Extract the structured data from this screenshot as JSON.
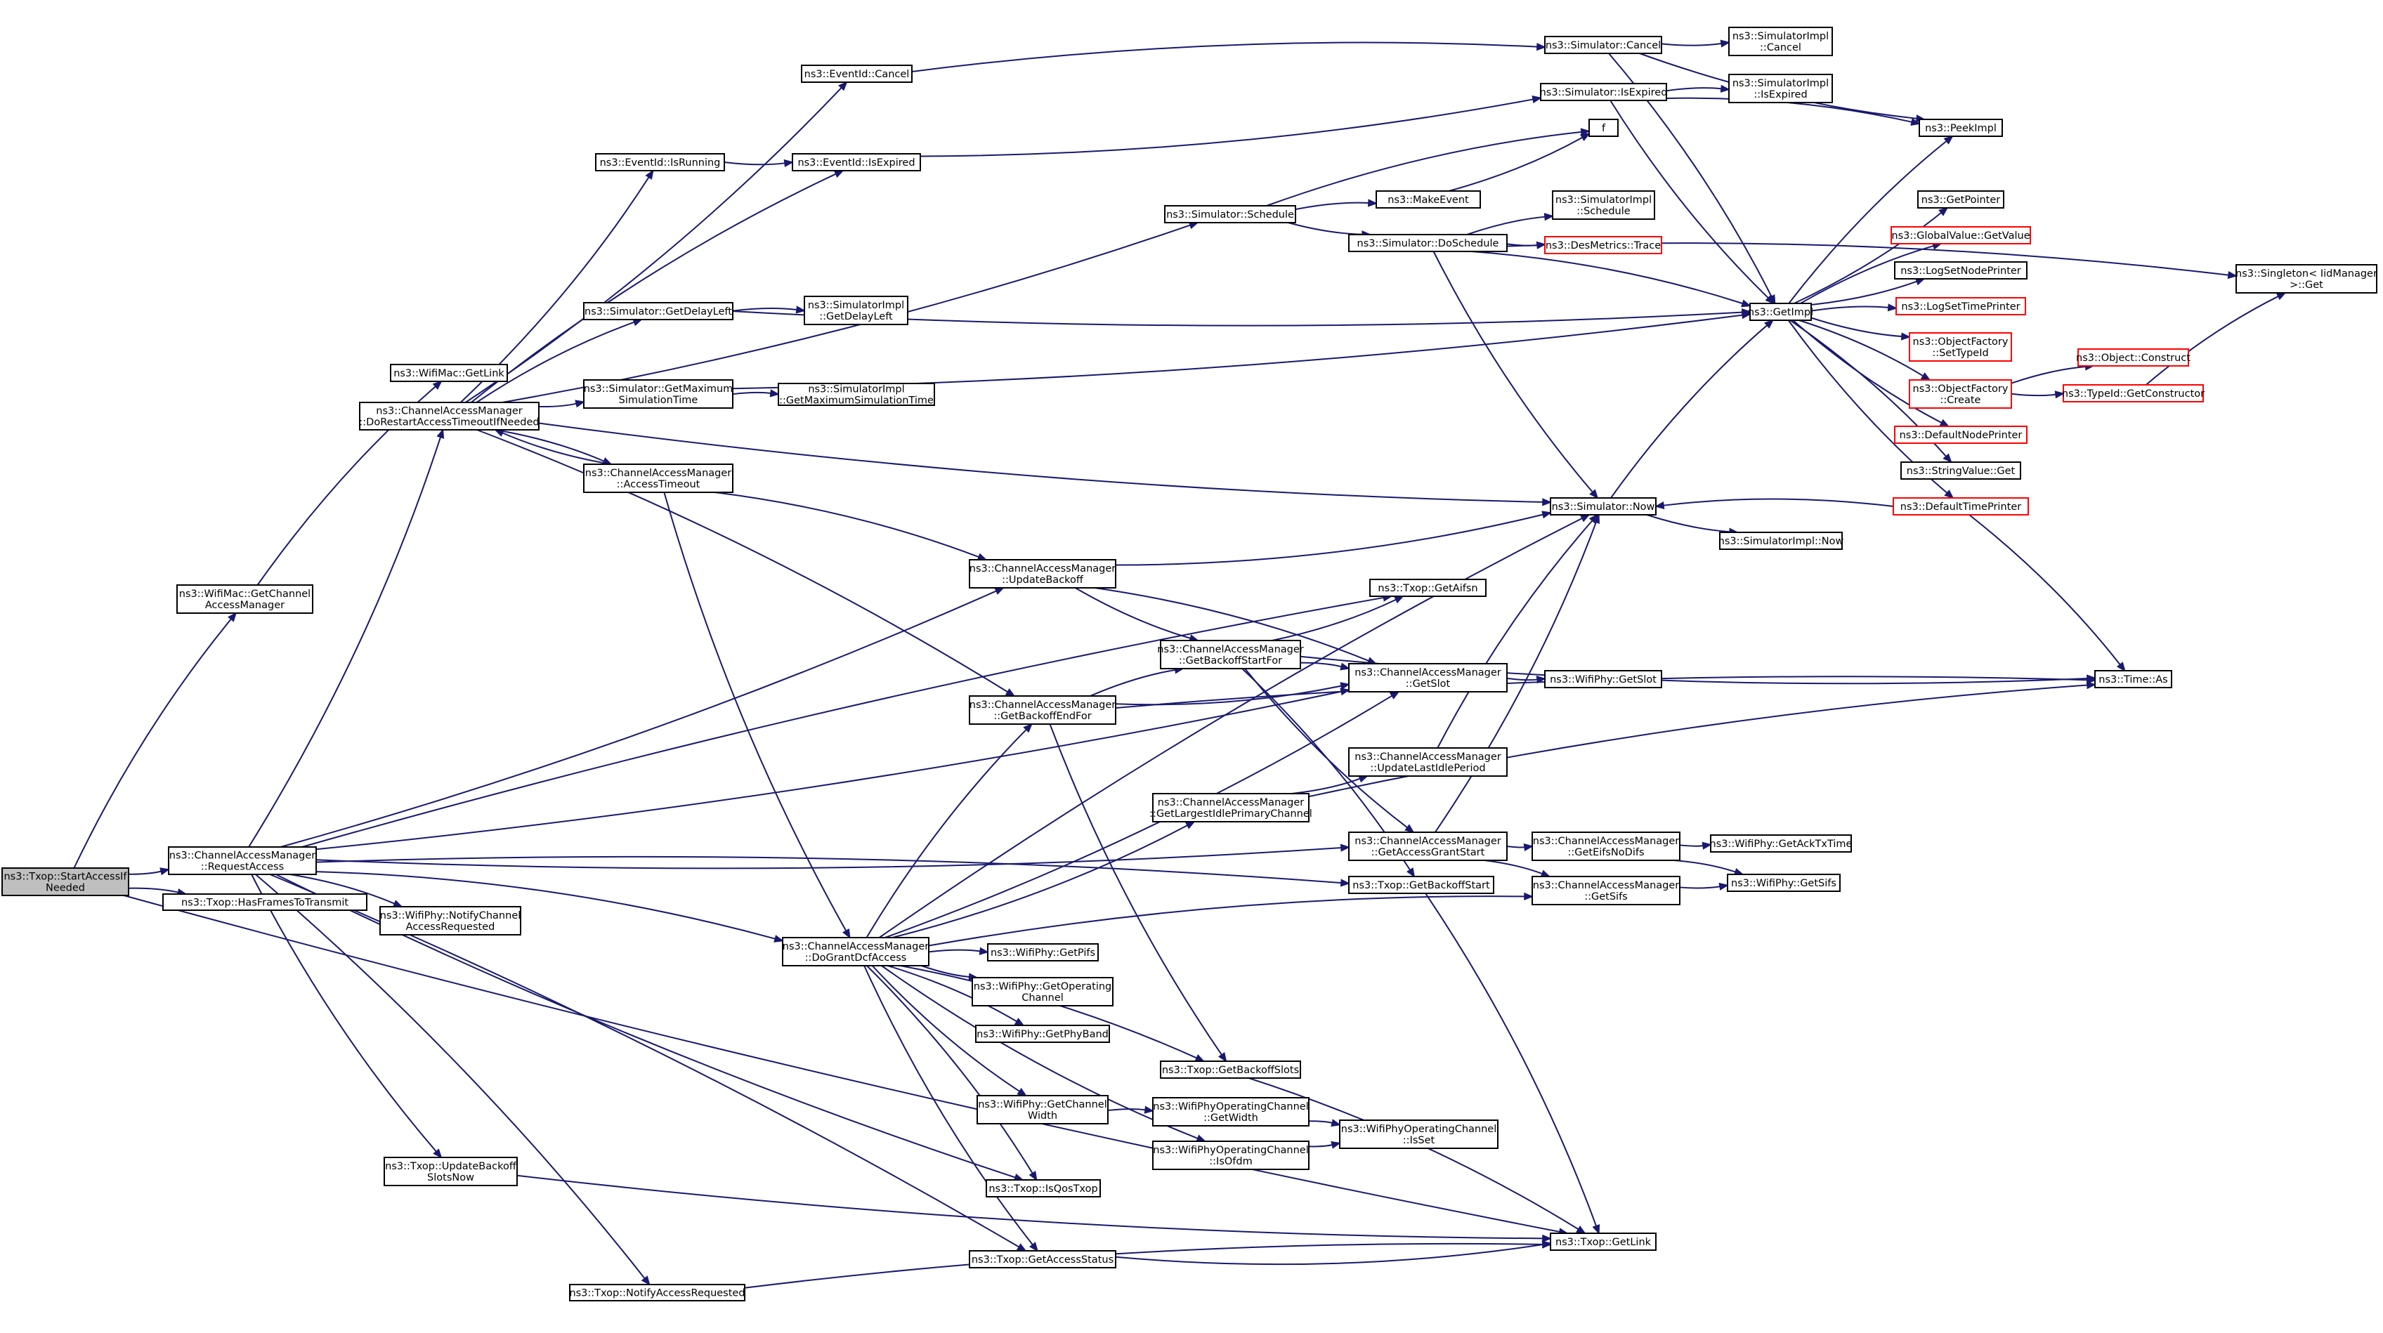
{
  "colors": {
    "edge": "#191970",
    "box": "#000000",
    "box_highlight": "#ff0000",
    "root_fill": "#bfbfbf",
    "background": "#ffffff"
  },
  "nodes": [
    {
      "id": "root",
      "lines": [
        "ns3::Txop::StartAccessIf",
        "Needed"
      ],
      "root": true
    },
    {
      "id": "getca",
      "lines": [
        "ns3::WifiMac::GetChannel",
        "AccessManager"
      ]
    },
    {
      "id": "getlink",
      "lines": [
        "ns3::WifiMac::GetLink"
      ]
    },
    {
      "id": "reqacc",
      "lines": [
        "ns3::ChannelAccessManager",
        "::RequestAccess"
      ]
    },
    {
      "id": "hasframes",
      "lines": [
        "ns3::Txop::HasFramesToTransmit"
      ]
    },
    {
      "id": "dorestart",
      "lines": [
        "ns3::ChannelAccessManager",
        "::DoRestartAccessTimeoutIfNeeded"
      ]
    },
    {
      "id": "notifychan",
      "lines": [
        "ns3::WifiPhy::NotifyChannel",
        "AccessRequested"
      ]
    },
    {
      "id": "updbackoffnow",
      "lines": [
        "ns3::Txop::UpdateBackoff",
        "SlotsNow"
      ]
    },
    {
      "id": "notifyacc",
      "lines": [
        "ns3::Txop::NotifyAccessRequested"
      ]
    },
    {
      "id": "isrunning",
      "lines": [
        "ns3::EventId::IsRunning"
      ]
    },
    {
      "id": "getdelay",
      "lines": [
        "ns3::Simulator::GetDelayLeft"
      ]
    },
    {
      "id": "getmaxsim",
      "lines": [
        "ns3::Simulator::GetMaximum",
        "SimulationTime"
      ]
    },
    {
      "id": "acctimeout",
      "lines": [
        "ns3::ChannelAccessManager",
        "::AccessTimeout"
      ]
    },
    {
      "id": "cancel",
      "lines": [
        "ns3::EventId::Cancel"
      ]
    },
    {
      "id": "isexpired",
      "lines": [
        "ns3::EventId::IsExpired"
      ]
    },
    {
      "id": "implgetdelay",
      "lines": [
        "ns3::SimulatorImpl",
        "::GetDelayLeft"
      ]
    },
    {
      "id": "implgetmax",
      "lines": [
        "ns3::SimulatorImpl",
        "::GetMaximumSimulationTime"
      ]
    },
    {
      "id": "dogrant",
      "lines": [
        "ns3::ChannelAccessManager",
        "::DoGrantDcfAccess"
      ]
    },
    {
      "id": "updbackoff",
      "lines": [
        "ns3::ChannelAccessManager",
        "::UpdateBackoff"
      ]
    },
    {
      "id": "getbackend",
      "lines": [
        "ns3::ChannelAccessManager",
        "::GetBackoffEndFor"
      ]
    },
    {
      "id": "getpifs",
      "lines": [
        "ns3::WifiPhy::GetPifs"
      ]
    },
    {
      "id": "getopchan",
      "lines": [
        "ns3::WifiPhy::GetOperating",
        "Channel"
      ]
    },
    {
      "id": "getphyband",
      "lines": [
        "ns3::WifiPhy::GetPhyBand"
      ]
    },
    {
      "id": "getchanwidth",
      "lines": [
        "ns3::WifiPhy::GetChannel",
        "Width"
      ]
    },
    {
      "id": "isqos",
      "lines": [
        "ns3::Txop::IsQosTxop"
      ]
    },
    {
      "id": "getaccstat",
      "lines": [
        "ns3::Txop::GetAccessStatus"
      ]
    },
    {
      "id": "getbackslots",
      "lines": [
        "ns3::Txop::GetBackoffSlots"
      ]
    },
    {
      "id": "getlargest",
      "lines": [
        "ns3::ChannelAccessManager",
        "::GetLargestIdlePrimaryChannel"
      ]
    },
    {
      "id": "getbackstartfor",
      "lines": [
        "ns3::ChannelAccessManager",
        "::GetBackoffStartFor"
      ]
    },
    {
      "id": "opgetwidth",
      "lines": [
        "ns3::WifiPhyOperatingChannel",
        "::GetWidth"
      ]
    },
    {
      "id": "opisofdm",
      "lines": [
        "ns3::WifiPhyOperatingChannel",
        "::IsOfdm"
      ]
    },
    {
      "id": "schedule",
      "lines": [
        "ns3::Simulator::Schedule"
      ]
    },
    {
      "id": "makeevent",
      "lines": [
        "ns3::MakeEvent"
      ]
    },
    {
      "id": "doschedule",
      "lines": [
        "ns3::Simulator::DoSchedule"
      ]
    },
    {
      "id": "getaifsn",
      "lines": [
        "ns3::Txop::GetAifsn"
      ]
    },
    {
      "id": "getslot",
      "lines": [
        "ns3::ChannelAccessManager",
        "::GetSlot"
      ]
    },
    {
      "id": "updlastidle",
      "lines": [
        "ns3::ChannelAccessManager",
        "::UpdateLastIdlePeriod"
      ]
    },
    {
      "id": "getaccgrant",
      "lines": [
        "ns3::ChannelAccessManager",
        "::GetAccessGrantStart"
      ]
    },
    {
      "id": "txopgetbackstart",
      "lines": [
        "ns3::Txop::GetBackoffStart"
      ]
    },
    {
      "id": "opisset",
      "lines": [
        "ns3::WifiPhyOperatingChannel",
        "::IsSet"
      ]
    },
    {
      "id": "simcancel",
      "lines": [
        "ns3::Simulator::Cancel"
      ]
    },
    {
      "id": "simisexpired",
      "lines": [
        "ns3::Simulator::IsExpired"
      ]
    },
    {
      "id": "f",
      "lines": [
        "f"
      ]
    },
    {
      "id": "implschedule",
      "lines": [
        "ns3::SimulatorImpl",
        "::Schedule"
      ]
    },
    {
      "id": "desmetrics",
      "lines": [
        "ns3::DesMetrics::Trace"
      ],
      "red": true
    },
    {
      "id": "simnow",
      "lines": [
        "ns3::Simulator::Now"
      ]
    },
    {
      "id": "txopgetlink",
      "lines": [
        "ns3::Txop::GetLink"
      ]
    },
    {
      "id": "getcaeifs",
      "lines": [
        "ns3::ChannelAccessManager",
        "::GetEifsNoDifs"
      ]
    },
    {
      "id": "getcasifs",
      "lines": [
        "ns3::ChannelAccessManager",
        "::GetSifs"
      ]
    },
    {
      "id": "wifigetslot",
      "lines": [
        "ns3::WifiPhy::GetSlot"
      ]
    },
    {
      "id": "implcancel",
      "lines": [
        "ns3::SimulatorImpl",
        "::Cancel"
      ]
    },
    {
      "id": "implisexpired",
      "lines": [
        "ns3::SimulatorImpl",
        "::IsExpired"
      ]
    },
    {
      "id": "getimpl",
      "lines": [
        "ns3::GetImpl"
      ]
    },
    {
      "id": "implnow",
      "lines": [
        "ns3::SimulatorImpl::Now"
      ]
    },
    {
      "id": "getacktx",
      "lines": [
        "ns3::WifiPhy::GetAckTxTime"
      ]
    },
    {
      "id": "wifigetsifs",
      "lines": [
        "ns3::WifiPhy::GetSifs"
      ]
    },
    {
      "id": "peekimpl",
      "lines": [
        "ns3::PeekImpl"
      ]
    },
    {
      "id": "getpointer",
      "lines": [
        "ns3::GetPointer"
      ]
    },
    {
      "id": "globalget",
      "lines": [
        "ns3::GlobalValue::GetValue"
      ],
      "red": true
    },
    {
      "id": "logsetnode",
      "lines": [
        "ns3::LogSetNodePrinter"
      ]
    },
    {
      "id": "logsettime",
      "lines": [
        "ns3::LogSetTimePrinter"
      ],
      "red": true
    },
    {
      "id": "ofsettype",
      "lines": [
        "ns3::ObjectFactory",
        "::SetTypeId"
      ],
      "red": true
    },
    {
      "id": "ofcreate",
      "lines": [
        "ns3::ObjectFactory",
        "::Create"
      ],
      "red": true
    },
    {
      "id": "defnode",
      "lines": [
        "ns3::DefaultNodePrinter"
      ],
      "red": true
    },
    {
      "id": "strget",
      "lines": [
        "ns3::StringValue::Get"
      ]
    },
    {
      "id": "deftime",
      "lines": [
        "ns3::DefaultTimePrinter"
      ],
      "red": true
    },
    {
      "id": "objconstruct",
      "lines": [
        "ns3::Object::Construct"
      ],
      "red": true
    },
    {
      "id": "typeidctor",
      "lines": [
        "ns3::TypeId::GetConstructor"
      ],
      "red": true
    },
    {
      "id": "timeas",
      "lines": [
        "ns3::Time::As"
      ]
    },
    {
      "id": "singleton",
      "lines": [
        "ns3::Singleton< IidManager",
        ">::Get"
      ]
    }
  ],
  "edges": [
    [
      "root",
      "getca"
    ],
    [
      "root",
      "reqacc"
    ],
    [
      "root",
      "hasframes"
    ],
    [
      "root",
      "txopgetlink"
    ],
    [
      "getca",
      "getlink"
    ],
    [
      "reqacc",
      "dorestart"
    ],
    [
      "reqacc",
      "notifychan"
    ],
    [
      "reqacc",
      "updbackoffnow"
    ],
    [
      "reqacc",
      "notifyacc"
    ],
    [
      "reqacc",
      "updbackoff"
    ],
    [
      "reqacc",
      "getaifsn"
    ],
    [
      "reqacc",
      "getslot"
    ],
    [
      "reqacc",
      "dogrant"
    ],
    [
      "reqacc",
      "getaccgrant"
    ],
    [
      "reqacc",
      "txopgetbackstart"
    ],
    [
      "reqacc",
      "isqos"
    ],
    [
      "reqacc",
      "getaccstat"
    ],
    [
      "dorestart",
      "isrunning"
    ],
    [
      "dorestart",
      "getdelay"
    ],
    [
      "dorestart",
      "getmaxsim"
    ],
    [
      "dorestart",
      "acctimeout"
    ],
    [
      "dorestart",
      "cancel"
    ],
    [
      "dorestart",
      "isexpired"
    ],
    [
      "dorestart",
      "schedule"
    ],
    [
      "dorestart",
      "getbackend"
    ],
    [
      "dorestart",
      "simnow"
    ],
    [
      "acctimeout",
      "dorestart"
    ],
    [
      "acctimeout",
      "dogrant"
    ],
    [
      "acctimeout",
      "updbackoff"
    ],
    [
      "isrunning",
      "isexpired"
    ],
    [
      "getdelay",
      "implgetdelay"
    ],
    [
      "getdelay",
      "getimpl"
    ],
    [
      "getmaxsim",
      "implgetmax"
    ],
    [
      "getmaxsim",
      "getimpl"
    ],
    [
      "cancel",
      "simcancel"
    ],
    [
      "isexpired",
      "simisexpired"
    ],
    [
      "dogrant",
      "getpifs"
    ],
    [
      "dogrant",
      "getopchan"
    ],
    [
      "dogrant",
      "getphyband"
    ],
    [
      "dogrant",
      "getchanwidth"
    ],
    [
      "dogrant",
      "isqos"
    ],
    [
      "dogrant",
      "getaccstat"
    ],
    [
      "dogrant",
      "getbackslots"
    ],
    [
      "dogrant",
      "getlargest"
    ],
    [
      "dogrant",
      "getbackend"
    ],
    [
      "dogrant",
      "getslot"
    ],
    [
      "dogrant",
      "simnow"
    ],
    [
      "dogrant",
      "opisofdm"
    ],
    [
      "dogrant",
      "getcasifs"
    ],
    [
      "updbackoff",
      "getbackstartfor"
    ],
    [
      "updbackoff",
      "getslot"
    ],
    [
      "updbackoff",
      "simnow"
    ],
    [
      "getbackend",
      "getbackstartfor"
    ],
    [
      "getbackend",
      "getslot"
    ],
    [
      "getbackend",
      "timeas"
    ],
    [
      "getbackend",
      "getbackslots"
    ],
    [
      "getchanwidth",
      "opgetwidth"
    ],
    [
      "getaccstat",
      "txopgetlink"
    ],
    [
      "getbackslots",
      "txopgetlink"
    ],
    [
      "updbackoffnow",
      "txopgetlink"
    ],
    [
      "notifyacc",
      "txopgetlink"
    ],
    [
      "getlargest",
      "updlastidle"
    ],
    [
      "getlargest",
      "timeas"
    ],
    [
      "getbackstartfor",
      "getaifsn"
    ],
    [
      "getbackstartfor",
      "getslot"
    ],
    [
      "getbackstartfor",
      "getaccgrant"
    ],
    [
      "getbackstartfor",
      "txopgetbackstart"
    ],
    [
      "getbackstartfor",
      "timeas"
    ],
    [
      "opgetwidth",
      "opisset"
    ],
    [
      "opisofdm",
      "opisset"
    ],
    [
      "schedule",
      "makeevent"
    ],
    [
      "schedule",
      "doschedule"
    ],
    [
      "schedule",
      "f"
    ],
    [
      "makeevent",
      "f"
    ],
    [
      "doschedule",
      "implschedule"
    ],
    [
      "doschedule",
      "desmetrics"
    ],
    [
      "doschedule",
      "getimpl"
    ],
    [
      "doschedule",
      "simnow"
    ],
    [
      "doschedule",
      "singleton"
    ],
    [
      "getslot",
      "wifigetslot"
    ],
    [
      "updlastidle",
      "simnow"
    ],
    [
      "getaccgrant",
      "getcaeifs"
    ],
    [
      "getaccgrant",
      "getcasifs"
    ],
    [
      "getaccgrant",
      "simnow"
    ],
    [
      "txopgetbackstart",
      "txopgetlink"
    ],
    [
      "simcancel",
      "implcancel"
    ],
    [
      "simcancel",
      "getimpl"
    ],
    [
      "simcancel",
      "peekimpl"
    ],
    [
      "simisexpired",
      "implisexpired"
    ],
    [
      "simisexpired",
      "getimpl"
    ],
    [
      "simisexpired",
      "peekimpl"
    ],
    [
      "simnow",
      "implnow"
    ],
    [
      "simnow",
      "getimpl"
    ],
    [
      "getcaeifs",
      "getacktx"
    ],
    [
      "getcaeifs",
      "wifigetsifs"
    ],
    [
      "getcasifs",
      "wifigetsifs"
    ],
    [
      "getimpl",
      "peekimpl"
    ],
    [
      "getimpl",
      "getpointer"
    ],
    [
      "getimpl",
      "globalget"
    ],
    [
      "getimpl",
      "logsetnode"
    ],
    [
      "getimpl",
      "logsettime"
    ],
    [
      "getimpl",
      "ofsettype"
    ],
    [
      "getimpl",
      "ofcreate"
    ],
    [
      "getimpl",
      "defnode"
    ],
    [
      "getimpl",
      "strget"
    ],
    [
      "getimpl",
      "deftime"
    ],
    [
      "ofcreate",
      "objconstruct"
    ],
    [
      "ofcreate",
      "typeidctor"
    ],
    [
      "typeidctor",
      "singleton"
    ],
    [
      "deftime",
      "simnow"
    ],
    [
      "deftime",
      "timeas"
    ]
  ]
}
